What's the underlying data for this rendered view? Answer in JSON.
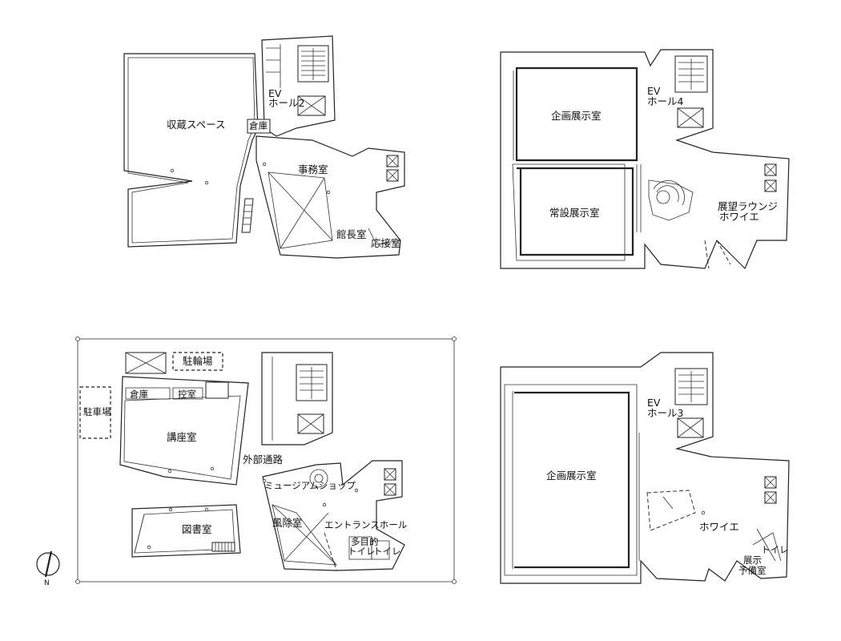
{
  "plans": {
    "floor2": {
      "storage_space": "収蔵スペース",
      "ev_line1": "EV",
      "ev_line2": "ホール2",
      "warehouse": "倉庫",
      "office": "事務室",
      "director_room": "館長室",
      "reception_room": "応接室"
    },
    "floor4": {
      "planning_exhibition": "企画展示室",
      "ev_line1": "EV",
      "ev_line2": "ホール4",
      "permanent_exhibition": "常設展示室",
      "lounge_line1": "展望ラウンジ",
      "lounge_line2": "ホワイエ"
    },
    "floor1": {
      "bicycle_parking": "駐輪場",
      "parking": "駐車場",
      "warehouse": "倉庫",
      "waiting_room": "控室",
      "lecture_room": "講座室",
      "outdoor_passage": "外部通路",
      "museum_shop": "ミュージアムショップ",
      "windbreak_room": "風除室",
      "entrance_hall": "エントランスホール",
      "library": "図書室",
      "multipurpose_line1": "多目的",
      "multipurpose_line2": "トイレ",
      "toilet": "トイレ",
      "north": "N"
    },
    "floor3": {
      "ev_line1": "EV",
      "ev_line2": "ホール3",
      "planning_exhibition": "企画展示室",
      "foyer": "ホワイエ",
      "exhibit_prep_line1": "展示",
      "exhibit_prep_line2": "予備室",
      "toilet": "トイレ"
    }
  }
}
